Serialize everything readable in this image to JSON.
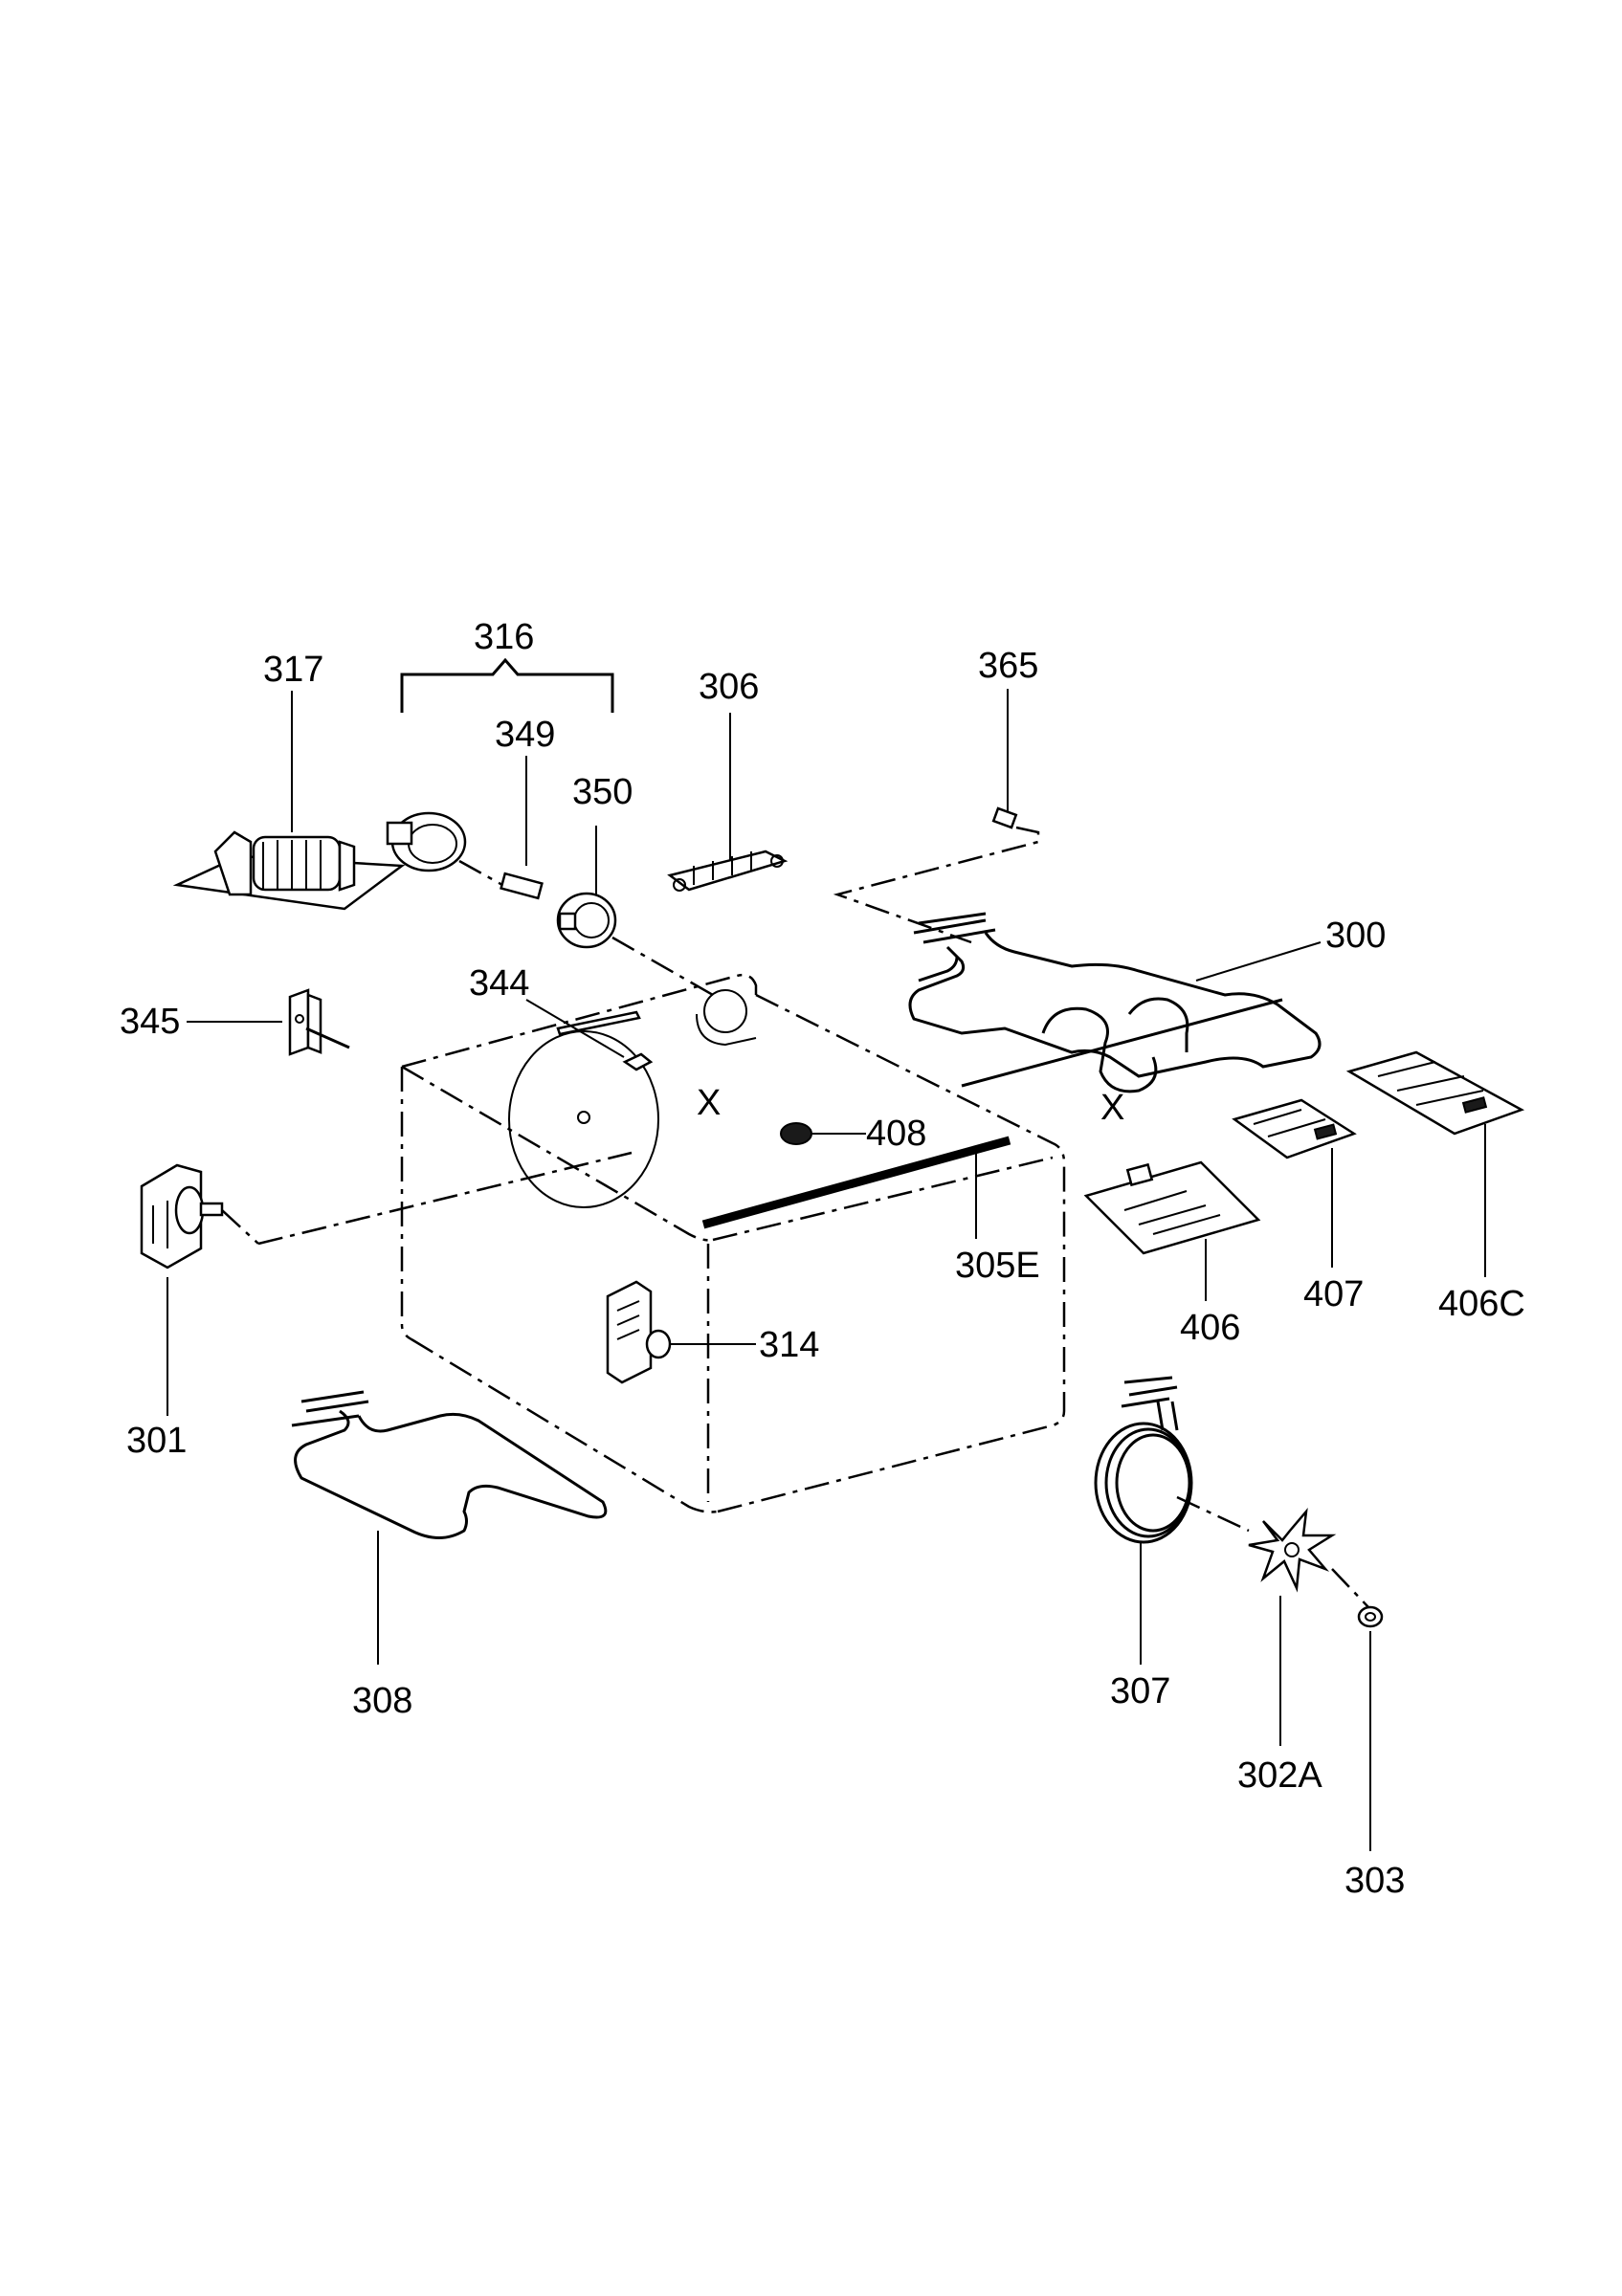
{
  "labels": {
    "l300": "300",
    "l301": "301",
    "l302a": "302A",
    "l303": "303",
    "l305e": "305E",
    "l306": "306",
    "l307": "307",
    "l308": "308",
    "l314": "314",
    "l316": "316",
    "l317": "317",
    "l344": "344",
    "l345": "345",
    "l349": "349",
    "l350": "350",
    "l365": "365",
    "l406": "406",
    "l406c": "406C",
    "l407": "407",
    "l408": "408",
    "x1": "X",
    "x2": "X"
  }
}
